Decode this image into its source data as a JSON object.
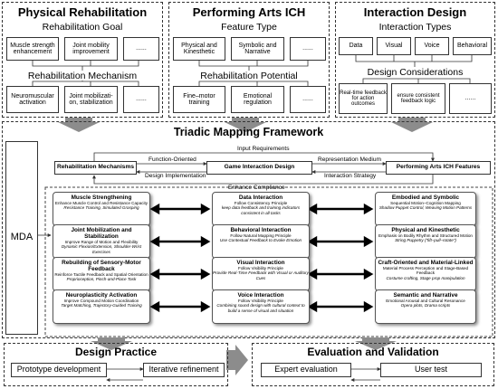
{
  "top": {
    "rehab": {
      "title": "Physical Rehabilitation",
      "goal_label": "Rehabilitation Goal",
      "goals": [
        "Muscle strength enhancement",
        "Joint mobility improvement",
        "......"
      ],
      "mech_label": "Rehabilitation Mechanism",
      "mechs": [
        "Neuromuscular activation",
        "Joint mobilizati-on, stabilization",
        "......"
      ]
    },
    "arts": {
      "title": "Performing Arts ICH",
      "feature_label": "Feature Type",
      "features": [
        "Physical and Kinesthetic",
        "Symbolic and Narrative",
        "......"
      ],
      "potential_label": "Rehabilitation Potential",
      "potentials": [
        "Fine–motor training",
        "Emotional regulation",
        "......"
      ]
    },
    "interaction": {
      "title": "Interaction Design",
      "types_label": "Interaction Types",
      "types": [
        "Data",
        "Visual",
        "Voice",
        "Behavioral"
      ],
      "cons_label": "Design Considerations",
      "cons": [
        "Real-time feedback for action outcomes",
        "ensure consistent feedback logic",
        "......"
      ]
    }
  },
  "framework": {
    "title": "Triadic Mapping Framework",
    "mda": "MDA",
    "input_req": "Input Requirements",
    "enhance": "Enhance Compliance",
    "headers": [
      "Rehabilitation Mechanisms",
      "Game Interaction Design",
      "Performing Arts ICH Features"
    ],
    "flow_labels": {
      "function_oriented": "Function-Oriented",
      "design_impl": "Design Implementation",
      "rep_medium": "Representation Medium",
      "interaction_strategy": "Interaction Strategy"
    },
    "left_cards": [
      {
        "title": "Muscle Strengthening",
        "desc": "Enhance Muscle Control and Resistance Capacity",
        "ex": "Resistance Training, Simulated Grasping"
      },
      {
        "title": "Joint Mobilization and Stabilization",
        "desc": "Improve Range of Motion and Flexibility",
        "ex": "Dynamic Flexion/Extension, Shoulder-Wrist Exercises"
      },
      {
        "title": "Rebuilding of Sensory-Motor Feedback",
        "desc": "Reinforce Tactile Feedback and Spatial Orientation",
        "ex": "Proprioception, Pinch-and-Place Task"
      },
      {
        "title": "Neuroplasticity Activation",
        "desc": "Improve Compound Motion Coordination",
        "ex": "Target Matching, Trajectory-Guided Training"
      }
    ],
    "mid_cards": [
      {
        "title": "Data Interaction",
        "desc": "Follow Consistency Principle",
        "ex": "keep data feedback and training indicators consistent in all tasks"
      },
      {
        "title": "Behavioral Interaction",
        "desc": "Follow Natural Mapping Principle",
        "ex": "Use Contextual Feedback to Evoke Emotion"
      },
      {
        "title": "Visual Interaction",
        "desc": "Follow Visibility Principle",
        "ex": "Provide Real-Time Feedback with Visual or Auditory Cues"
      },
      {
        "title": "Voice Interaction",
        "desc": "Follow Visibility Principle",
        "ex": "Combining sound design with cultural context to build a sense of visual and situation"
      }
    ],
    "right_cards": [
      {
        "title": "Embodied and Symbolic",
        "desc": "Sequential Motion–Cognition Mapping",
        "ex": "Shadow Puppet Control, Weaving Motion Patterns"
      },
      {
        "title": "Physical and Kinesthetic",
        "desc": "Emphasis on Bodily Rhythm and Structured Motion",
        "ex": "String Puppetry (\"lift–pull–rotate\")"
      },
      {
        "title": "Craft-Oriented and Material-Linked",
        "desc": "Material Process Perception and Stage-Based Feedback",
        "ex": "Costume crafting, Stage prop manipulation"
      },
      {
        "title": "Semantic and Narrative",
        "desc": "Emotional Arousal and Cultural Resonance",
        "ex": "Opera plots, Drama scripts"
      }
    ]
  },
  "bottom": {
    "practice": {
      "title": "Design Practice",
      "items": [
        "Prototype development",
        "Iterative refinement"
      ]
    },
    "eval": {
      "title": "Evaluation and Validation",
      "items": [
        "Expert evaluation",
        "User test"
      ]
    }
  }
}
